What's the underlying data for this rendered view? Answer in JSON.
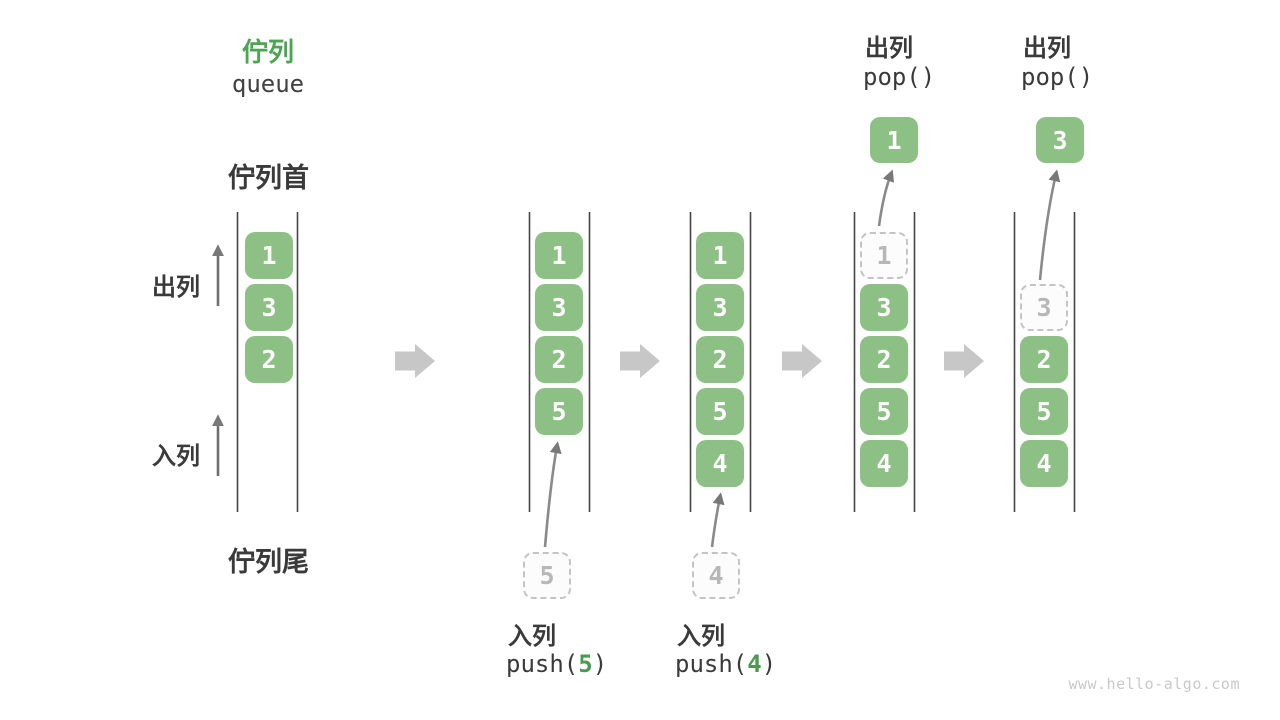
{
  "title": {
    "zh": "佇列",
    "en": "queue"
  },
  "side_labels": {
    "front": "佇列首",
    "rear": "佇列尾",
    "dequeue": "出列",
    "enqueue": "入列"
  },
  "watermark": "www.hello-algo.com",
  "colors": {
    "title_green": "#4CA553",
    "cell_green": "#8DC084",
    "cell_text": "#FFFFFF",
    "ghost_border": "#C4C4C4",
    "ghost_text": "#B7B7B7",
    "label_dark": "#3A3A3A",
    "wall_dark": "#454545",
    "thin_arrow_grey": "#787878",
    "block_arrow_grey": "#C7C7C7",
    "push_value_green": "#4A9B50",
    "watermark_grey": "#C9C9C9"
  },
  "queues": [
    {
      "cells": [
        {
          "value": "1",
          "state": "solid"
        },
        {
          "value": "3",
          "state": "solid"
        },
        {
          "value": "2",
          "state": "solid"
        }
      ]
    },
    {
      "cells": [
        {
          "value": "1",
          "state": "solid"
        },
        {
          "value": "3",
          "state": "solid"
        },
        {
          "value": "2",
          "state": "solid"
        },
        {
          "value": "5",
          "state": "solid"
        }
      ],
      "enqueue": {
        "label": "入列",
        "staged_value": "5",
        "call_prefix": "push(",
        "call_value": "5",
        "call_suffix": ")"
      }
    },
    {
      "cells": [
        {
          "value": "1",
          "state": "solid"
        },
        {
          "value": "3",
          "state": "solid"
        },
        {
          "value": "2",
          "state": "solid"
        },
        {
          "value": "5",
          "state": "solid"
        },
        {
          "value": "4",
          "state": "solid"
        }
      ],
      "enqueue": {
        "label": "入列",
        "staged_value": "4",
        "call_prefix": "push(",
        "call_value": "4",
        "call_suffix": ")"
      }
    },
    {
      "cells": [
        {
          "value": "1",
          "state": "ghost"
        },
        {
          "value": "3",
          "state": "solid"
        },
        {
          "value": "2",
          "state": "solid"
        },
        {
          "value": "5",
          "state": "solid"
        },
        {
          "value": "4",
          "state": "solid"
        }
      ],
      "dequeue": {
        "label": "出列",
        "call": "pop()",
        "popped_value": "1"
      }
    },
    {
      "cells": [
        {
          "value": "3",
          "state": "ghost"
        },
        {
          "value": "2",
          "state": "solid"
        },
        {
          "value": "5",
          "state": "solid"
        },
        {
          "value": "4",
          "state": "solid"
        }
      ],
      "dequeue": {
        "label": "出列",
        "call": "pop()",
        "popped_value": "3"
      }
    }
  ]
}
